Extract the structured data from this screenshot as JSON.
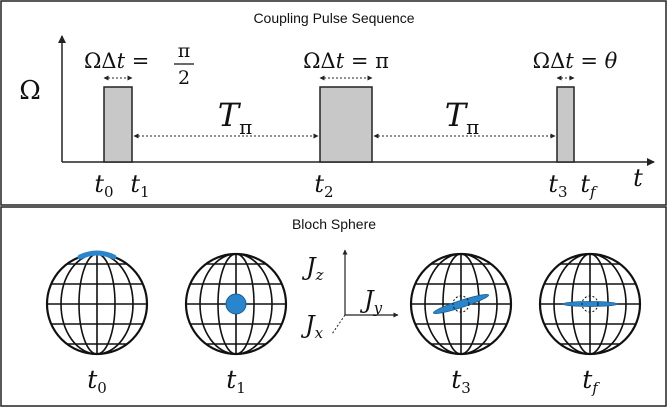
{
  "panels": {
    "top": {
      "title": "Coupling Pulse Sequence"
    },
    "bottom": {
      "title": "Bloch Sphere"
    }
  },
  "pulse": {
    "y_axis_label": "Ω",
    "x_axis_label": "t",
    "pulses": [
      {
        "area_label": "ΩΔt = π/2",
        "start": "t0",
        "end": "t1"
      },
      {
        "area_label": "ΩΔt = π",
        "start": "t2",
        "end": ""
      },
      {
        "area_label": "ΩΔt = θ",
        "start": "t3",
        "end": "tf"
      }
    ],
    "delays": [
      {
        "label": "Tπ",
        "from": "t1",
        "to": "t2"
      },
      {
        "label": "Tπ",
        "from": "end of π pulse",
        "to": "t3"
      }
    ],
    "time_labels": [
      "t0",
      "t1",
      "t2",
      "t3",
      "tf"
    ]
  },
  "spheres": [
    {
      "label": "t0",
      "state": "thin arc at north pole"
    },
    {
      "label": "t1",
      "state": "filled dot at center"
    },
    {
      "label": "t3",
      "state": "tilted elongated ellipse"
    },
    {
      "label": "tf",
      "state": "horizontal elongated ellipse"
    }
  ],
  "axes3d": {
    "z": "Jz",
    "y": "Jy",
    "x": "Jx"
  },
  "colors": {
    "pulse_fill": "#c8c8c8",
    "state_blue": "#2a86cc",
    "frame": "#222222"
  }
}
